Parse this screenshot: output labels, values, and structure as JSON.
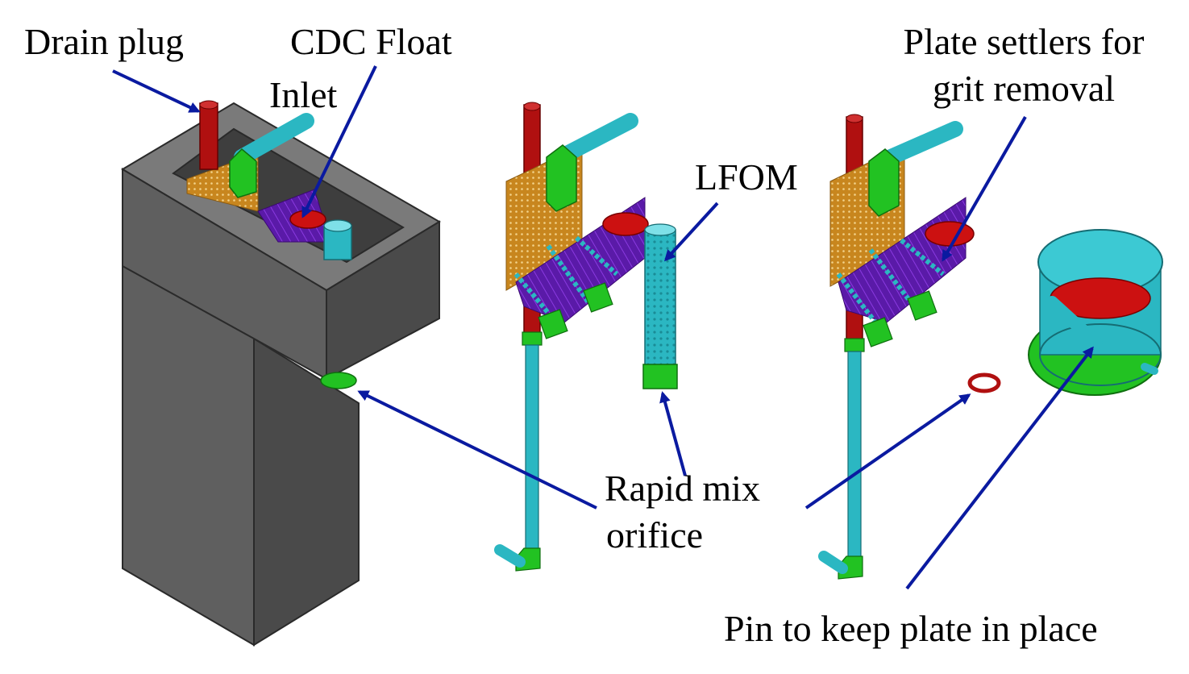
{
  "labels": {
    "drain_plug": "Drain plug",
    "cdc_float": "CDC Float",
    "inlet": "Inlet",
    "lfom": "LFOM",
    "plate_settlers_line1": "Plate settlers for",
    "plate_settlers_line2": "grit removal",
    "rapid_mix_line1": "Rapid mix",
    "rapid_mix_line2": "orifice",
    "pin": "Pin to keep plate in place"
  },
  "colors": {
    "tank_front": "#5f5f5f",
    "tank_side": "#4a4a4a",
    "tank_top": "#7a7a7a",
    "drain_pipe": "#b01010",
    "cyan_pipe": "#2bb7c2",
    "green_fitting": "#22c222",
    "orange_plate": "#c8861e",
    "purple_settlers": "#5a1aa8",
    "float_red": "#cc1111",
    "arrow": "#0a1aa0"
  }
}
